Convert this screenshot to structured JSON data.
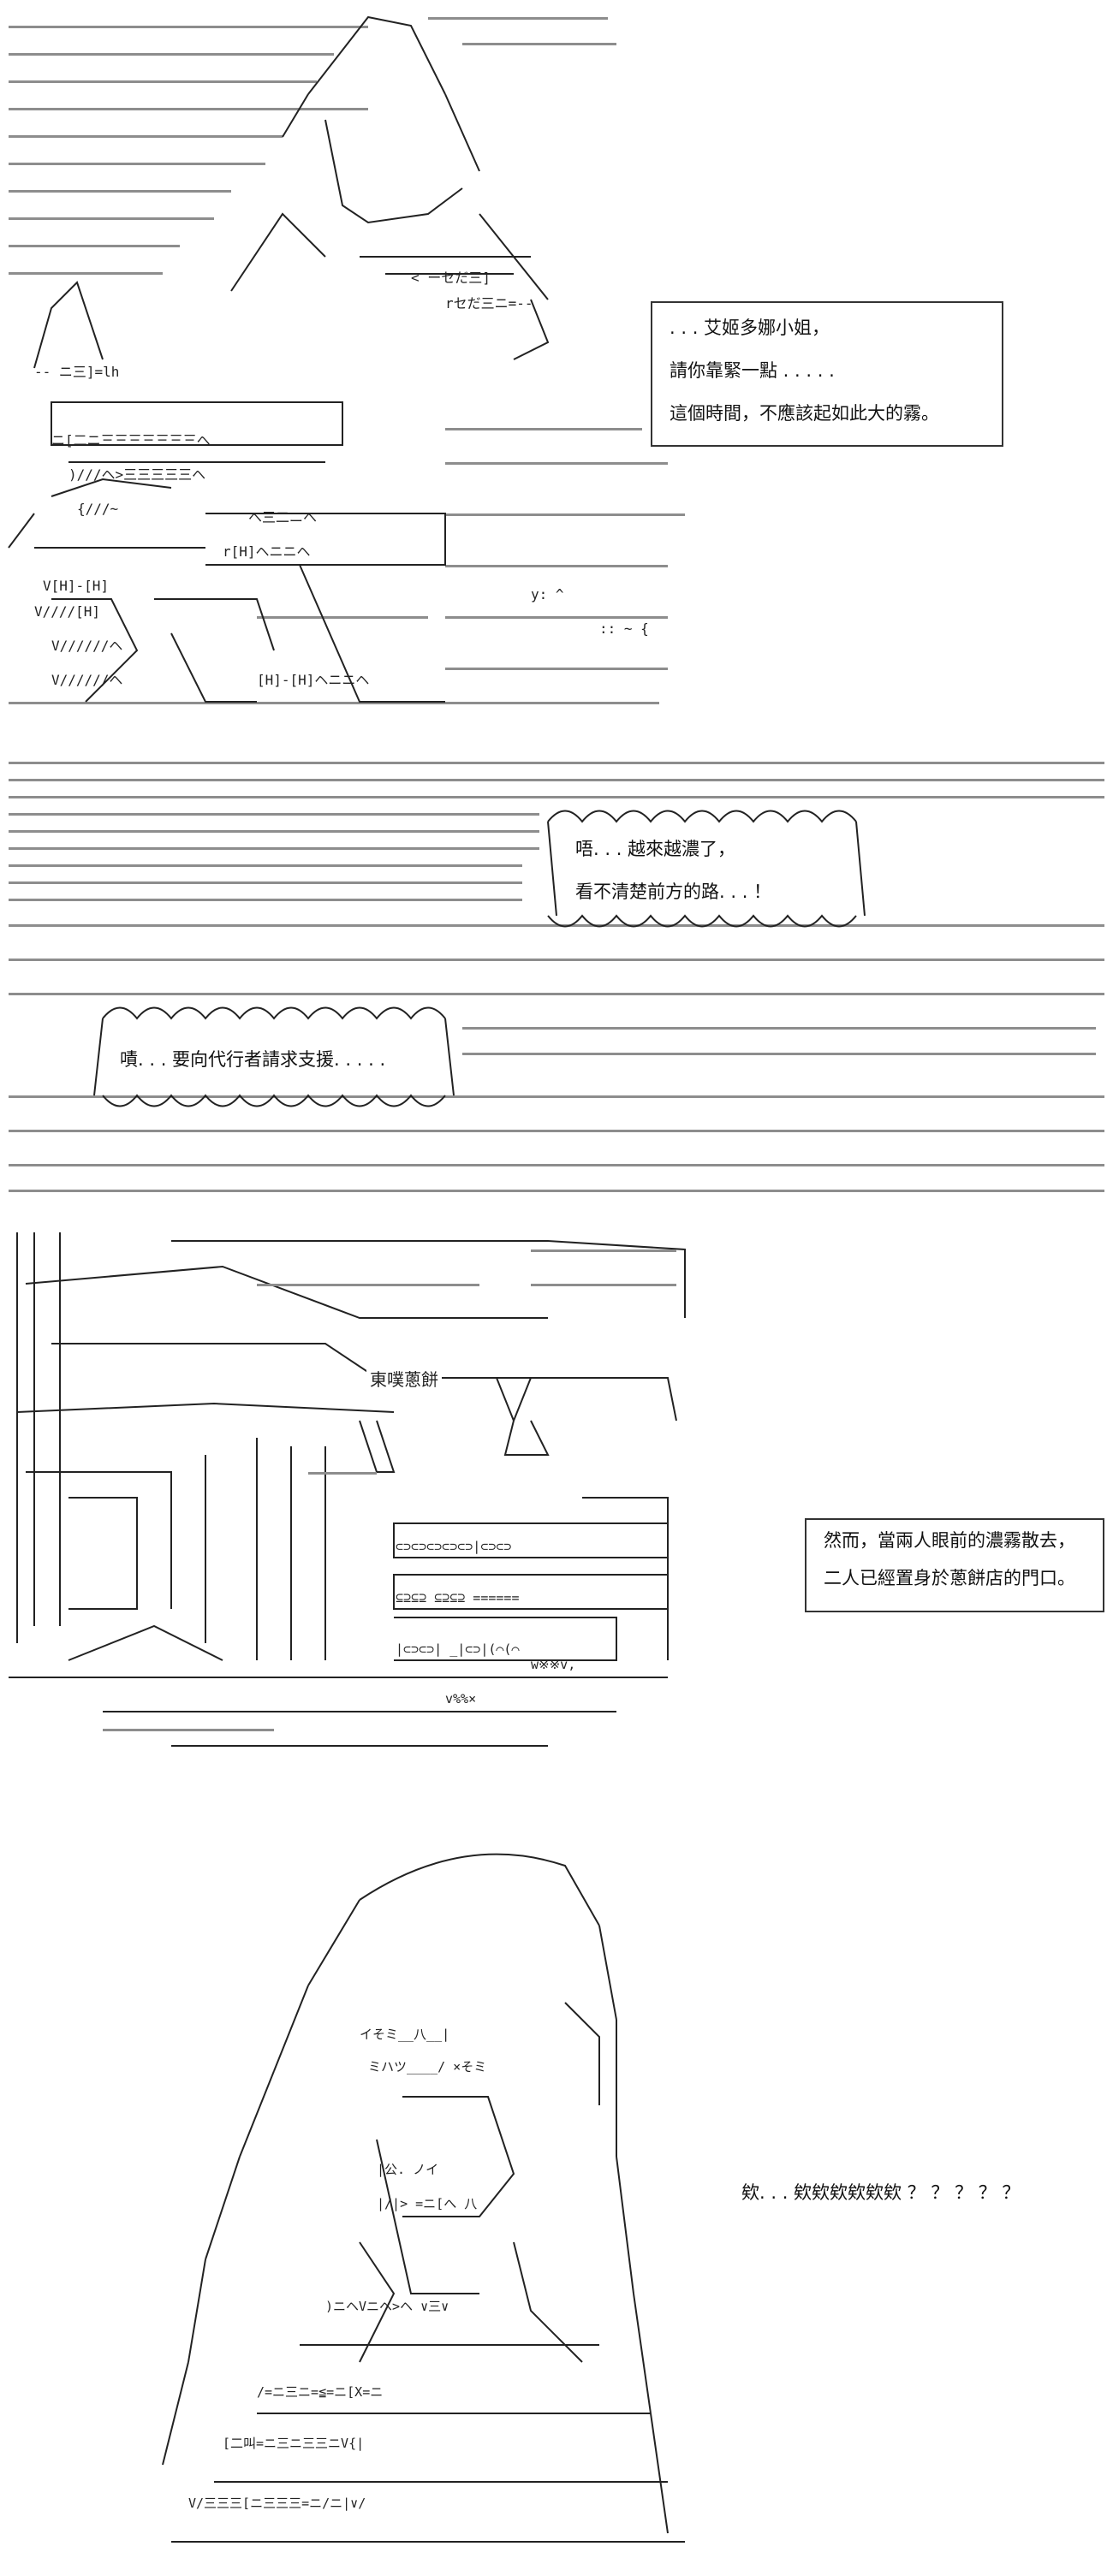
{
  "panel1": {
    "narration": [
      ". . . 艾姬多娜小姐，",
      "請你靠緊一點 . . . . .",
      "這個時間，不應該起如此大的霧。"
    ]
  },
  "panel2": {
    "bubble_top_lines": [
      "唔. . . 越來越濃了，",
      "看不清楚前方的路. . .  ！"
    ],
    "bubble_left": "嘖. . . 要向代行者請求支援. . . . ."
  },
  "panel3": {
    "shop_sign": "東噗蔥餅",
    "narration": [
      "然而，當兩人眼前的濃霧散去，",
      "二人已經置身於蔥餅店的門口。"
    ]
  },
  "panel4": {
    "speech": "欸. . . 欸欸欸欸欸欸 ？ ？ ？ ？ ？"
  },
  "colors": {
    "ink": "#222222",
    "fog": "#9a9a9a",
    "background": "#ffffff"
  }
}
